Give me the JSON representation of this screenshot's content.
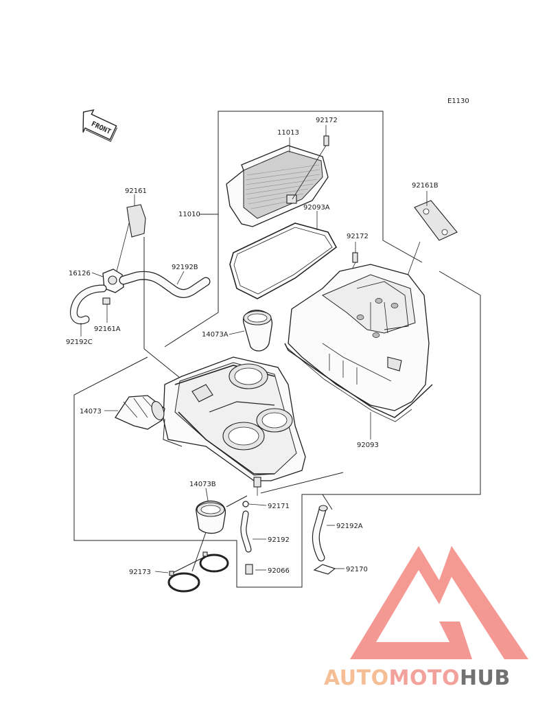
{
  "diagram_code": "E1130",
  "front_label": "FRONT",
  "parts": {
    "p11013": "11013",
    "p92172_top": "92172",
    "p92161": "92161",
    "p11010": "11010",
    "p92093A": "92093A",
    "p92161B": "92161B",
    "p92172_mid": "92172",
    "p16126": "16126",
    "p92192B": "92192B",
    "p92161A": "92161A",
    "p92192C": "92192C",
    "p14073A": "14073A",
    "p14073": "14073",
    "p92093": "92093",
    "p14073B": "14073B",
    "p92171": "92171",
    "p92192": "92192",
    "p92192A": "92192A",
    "p92173": "92173",
    "p92066": "92066",
    "p92170": "92170"
  },
  "watermark": {
    "word_auto": "AUTO",
    "word_moto": "MOTO",
    "word_hub": "HUB",
    "colors": {
      "auto": "#f5b98c",
      "moto": "#f39a93",
      "hub": "#666666",
      "logo": "#f4908a"
    }
  }
}
